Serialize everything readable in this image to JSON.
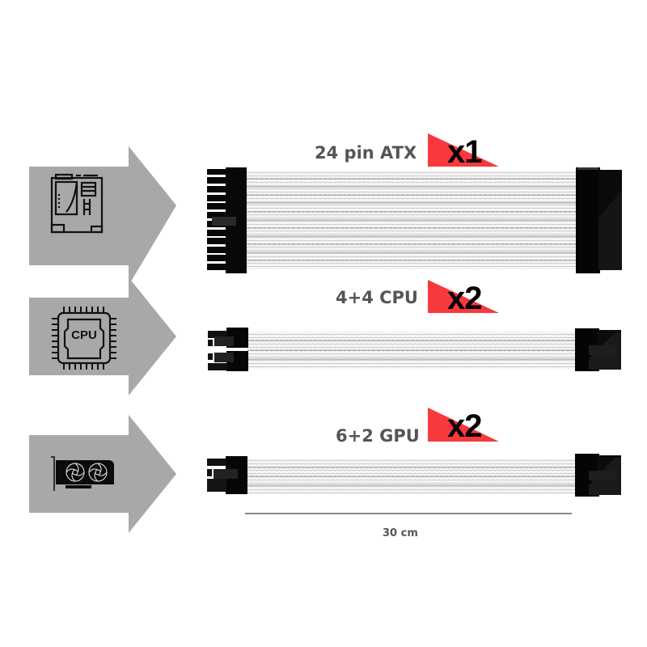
{
  "colors": {
    "arrow": "#a8a8a8",
    "accent_red": "#f7393d",
    "label_text": "#555555",
    "qty_text": "#000000",
    "sleeve": "#f4f4f4",
    "connector": "#060606",
    "measure_line": "#888888"
  },
  "rows": [
    {
      "icon": "motherboard-icon",
      "label": "24 pin ATX",
      "quantity": "x1",
      "wires": 12
    },
    {
      "icon": "cpu-icon",
      "label": "4+4 CPU",
      "quantity": "x2",
      "wires": 4,
      "cpu_icon_text": "CPU"
    },
    {
      "icon": "gpu-icon",
      "label": "6+2 GPU",
      "quantity": "x2",
      "wires": 4
    }
  ],
  "measurement": {
    "label": "30 cm"
  }
}
